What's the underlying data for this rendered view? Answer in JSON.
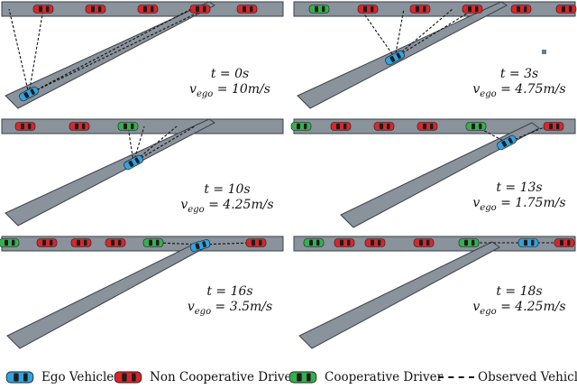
{
  "colors": {
    "road": "#8a929c",
    "road_edge": "#3b4148",
    "ego": "#2fa3e0",
    "non_cooperative": "#d9262b",
    "cooperative": "#35b04e",
    "window": "#1c1c1c",
    "observation_line": "#111111"
  },
  "panels": [
    {
      "time_label": "t = 0s",
      "speed_label": "v_ego = 10m/s",
      "time": "t = 0s",
      "speed": "vego = 10m/s"
    },
    {
      "time_label": "t = 3s",
      "speed_label": "v_ego = 4.75m/s",
      "time": "t = 3s",
      "speed": "vego = 4.75m/s"
    },
    {
      "time_label": "t = 10s",
      "speed_label": "v_ego = 4.25m/s",
      "time": "t = 10s",
      "speed": "vego = 4.25m/s"
    },
    {
      "time_label": "t = 13s",
      "speed_label": "v_ego = 1.75m/s",
      "time": "t = 13s",
      "speed": "vego = 1.75m/s"
    },
    {
      "time_label": "t = 16s",
      "speed_label": "v_ego = 3.5m/s",
      "time": "t = 16s",
      "speed": "vego = 3.5m/s"
    },
    {
      "time_label": "t = 18s",
      "speed_label": "v_ego = 4.25m/s",
      "time": "t = 18s",
      "speed": "vego = 4.25m/s"
    }
  ],
  "legend": {
    "ego": "Ego Vehicle",
    "non_cooperative": "Non Cooperative Driver",
    "cooperative": "Cooperative Driver",
    "observed": "Observed Vehicles",
    "ego_icon": "blue-car-icon",
    "non_cooperative_icon": "red-car-icon",
    "cooperative_icon": "green-car-icon",
    "observed_icon": "dashed-line-icon"
  }
}
